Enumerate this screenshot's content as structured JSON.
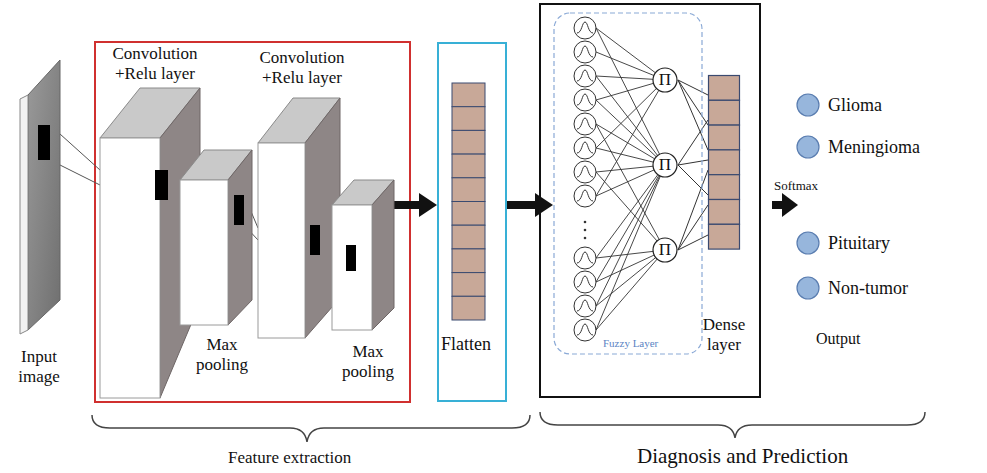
{
  "diagram": {
    "nodes": [
      {
        "text": [
          "Input image"
        ]
      },
      {
        "text": [
          "Convolution +Relu layer"
        ]
      },
      {
        "text": [
          "Max pooling"
        ]
      },
      {
        "text": [
          "Convolution +Relu layer"
        ]
      },
      {
        "text": [
          "Max pooling"
        ]
      },
      {
        "text": [
          "Flatten"
        ]
      },
      {
        "text": [
          "Fuzzy Layer"
        ]
      },
      {
        "text": [
          "Π"
        ],
        "in": 6
      },
      {
        "text": [
          "Π"
        ],
        "in": 6
      },
      {
        "text": [
          "Π"
        ],
        "in": 6
      },
      {
        "text": [
          "Dense layer"
        ]
      },
      {
        "text": [
          "Glioma"
        ]
      },
      {
        "text": [
          "Meningioma"
        ]
      },
      {
        "text": [
          "Pituitary"
        ]
      },
      {
        "text": [
          "Non-tumor"
        ]
      }
    ],
    "edges": [
      {
        "from": 0,
        "to": 1,
        "arrow": "none"
      },
      {
        "from": 1,
        "to": 2,
        "arrow": "none"
      },
      {
        "from": 2,
        "to": 3,
        "arrow": "none"
      },
      {
        "from": 3,
        "to": 4,
        "arrow": "none"
      },
      {
        "from": 4,
        "to": 5,
        "arrow": "to"
      },
      {
        "from": 5,
        "to": 6,
        "arrow": "to"
      },
      {
        "from": 7,
        "to": 10,
        "arrow": "none"
      },
      {
        "from": 8,
        "to": 10,
        "arrow": "none"
      },
      {
        "from": 9,
        "to": 10,
        "arrow": "none"
      }
    ],
    "labels": [
      "Softmax",
      "Output",
      "Feature extraction",
      "Diagnosis and Prediction"
    ]
  }
}
